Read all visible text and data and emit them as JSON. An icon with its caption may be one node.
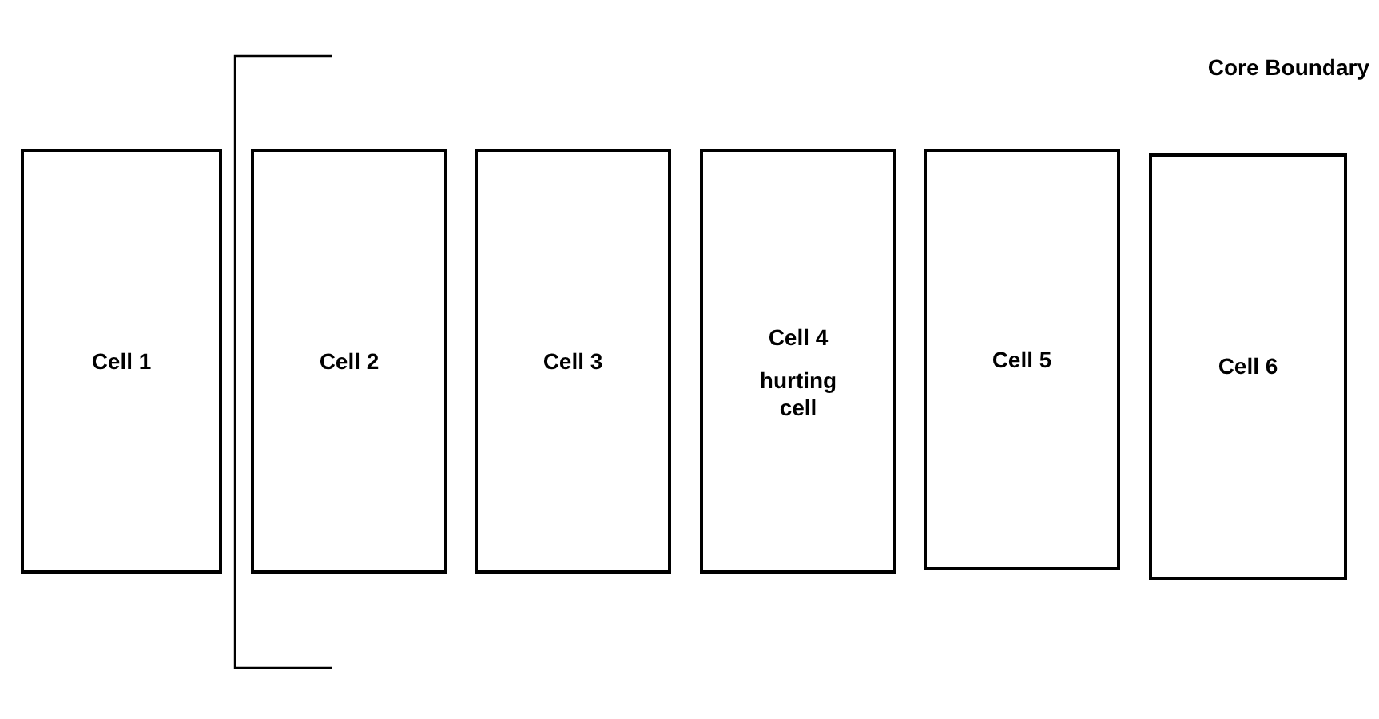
{
  "diagram": {
    "nodes": [
      {
        "text": [
          "Cell 1"
        ]
      },
      {
        "text": [
          "Cell 2"
        ]
      },
      {
        "text": [
          "Cell 3"
        ]
      },
      {
        "text": [
          "Cell 4",
          "hurting cell"
        ]
      },
      {
        "text": [
          "Cell 5"
        ]
      },
      {
        "text": [
          "Cell 6"
        ]
      }
    ],
    "edges": [],
    "labels": [
      "Core Boundary"
    ]
  }
}
